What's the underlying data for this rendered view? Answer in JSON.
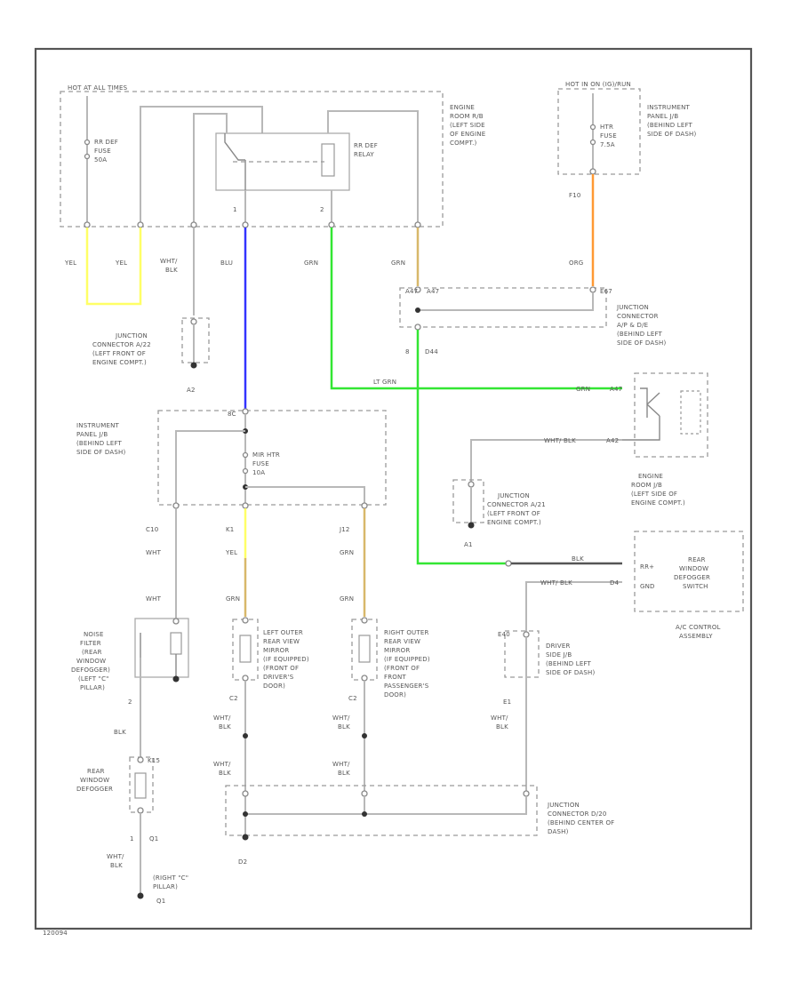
{
  "labels": {
    "hot_at_all_times": "HOT AT ALL TIMES",
    "engine_room_rb": "ENGINE ROOM R/B (LEFT SIDE OF ENGINE COMPT.)",
    "rr_def_fuse": "RR DEF FUSE 50A",
    "rr_def_relay": "RR DEF RELAY",
    "hot_in_on": "HOT IN ON (IG)/RUN",
    "instrument_jb_top": "INSTRUMENT PANEL J/B (BEHIND LEFT SIDE OF DASH)",
    "htr_fuse": "HTR FUSE 7.5A",
    "yel_1": "YEL",
    "yel_2": "YEL",
    "wht_blk_1": "WHT/ BLK",
    "blu": "BLU",
    "grn_1": "GRN",
    "grn_2": "GRN",
    "org": "ORG",
    "pin_1": "1",
    "pin_2": "2",
    "f10": "F10",
    "jc_a22": "JUNCTION CONNECTOR A/22 (LEFT FRONT OF ENGINE COMPT.)",
    "a2": "A2",
    "jc_dash": "JUNCTION CONNECTOR A/P & D/E (BEHIND LEFT SIDE OF DASH)",
    "p_a47": "A47",
    "p_e67": "E67",
    "p_d44": "D44",
    "lt_grn": "LT GRN",
    "grn_3": "GRN",
    "a47_2": "A47",
    "wht_blk_2": "WHT/ BLK",
    "a42": "A42",
    "engine_room_jb": "ENGINE ROOM J/B (LEFT SIDE OF ENGINE COMPT.)",
    "instrument_jb_mid": "INSTRUMENT PANEL J/B (BEHIND LEFT SIDE OF DASH)",
    "mir_htr_fuse": "MIR HTR FUSE 10A",
    "p_8c": "8C",
    "jc_a21": "JUNCTION CONNECTOR A/21 (LEFT FRONT OF ENGINE COMPT.)",
    "a1": "A1",
    "blk_1": "BLK",
    "rr_def_sw_label": "RR+",
    "gnd": "GND",
    "rear_defogger_switch": "REAR WINDOW DEFOGGER SWITCH",
    "ac_control": "A/C CONTROL ASSEMBLY",
    "wht_blk_3": "WHT/ BLK",
    "p_d4": "D4",
    "c10": "C10",
    "k1": "K1",
    "j12": "J12",
    "wht_1": "WHT",
    "yel_3": "YEL",
    "grn_4": "GRN",
    "wht_2": "WHT",
    "grn_5": "GRN",
    "grn_6": "GRN",
    "noise_filter": "NOISE FILTER (REAR WINDOW DEFOGGER) (LEFT \"C\" PILLAR)",
    "left_mirror": "LEFT OUTER REAR VIEW MIRROR (IF EQUIPPED) (FRONT OF DRIVER'S DOOR)",
    "right_mirror": "RIGHT OUTER REAR VIEW MIRROR (IF EQUIPPED) (FRONT OF FRONT PASSENGER'S DOOR)",
    "driver_jb": "DRIVER SIDE J/B (BEHIND LEFT SIDE OF DASH)",
    "p_e40": "E40",
    "pin_2b": "2",
    "blk_2": "BLK",
    "c2_l": "C2",
    "c2_r": "C2",
    "e1": "E1",
    "wht_blk_4": "WHT/ BLK",
    "wht_blk_5": "WHT/ BLK",
    "wht_blk_6": "WHT/ BLK",
    "wht_blk_7": "WHT/ BLK",
    "wht_blk_8": "WHT/ BLK",
    "p_k15": "K15",
    "rear_defogger": "REAR WINDOW DEFOGGER",
    "jc_center": "JUNCTION CONNECTOR D/20 (BEHIND CENTER OF DASH)",
    "pin_1b": "1",
    "q1": "Q1",
    "wht_blk_9": "WHT/ BLK",
    "right_c_pillar": "(RIGHT \"C\" PILLAR)",
    "q1b": "Q1",
    "d2": "D2",
    "footer": "120094"
  },
  "colors": {
    "yel": "#ffff66",
    "blu": "#3333ff",
    "grn": "#33e633",
    "org": "#ff9933",
    "grn_yel_org": "#d8b86a",
    "gray": "#b8b8b8"
  }
}
